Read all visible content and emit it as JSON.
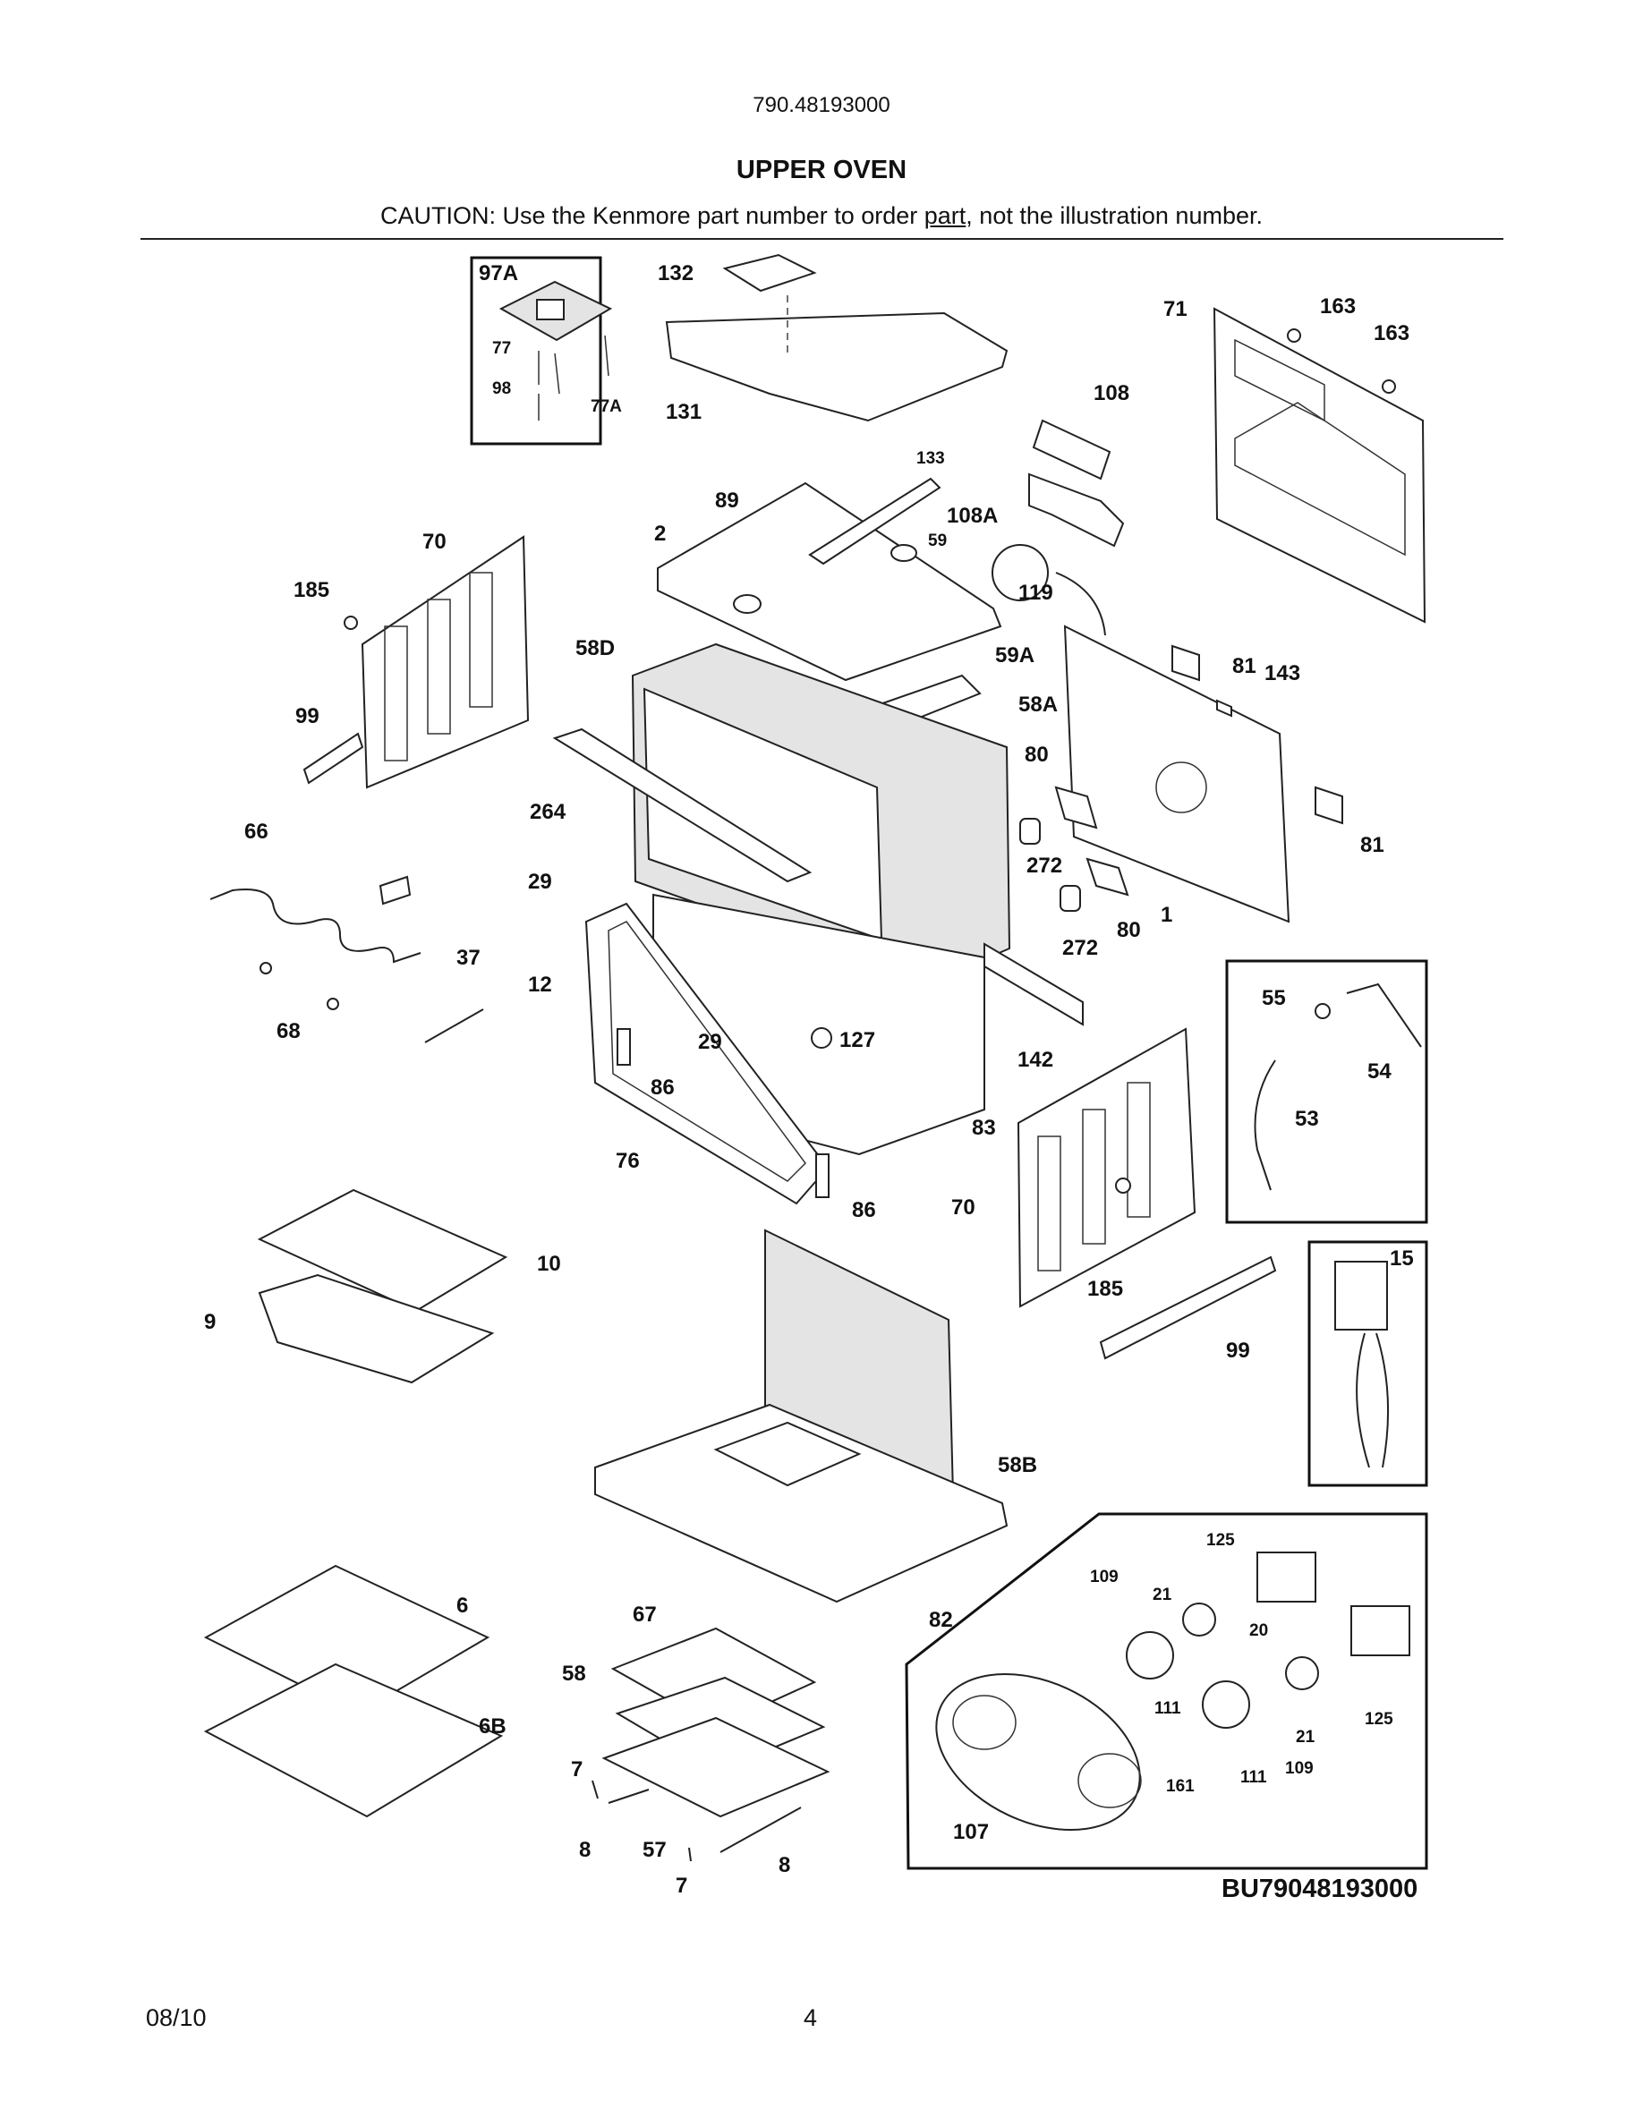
{
  "header": {
    "model_number": "790.48193000",
    "title": "UPPER OVEN",
    "caution_prefix": "CAUTION: Use the Kenmore part number to order ",
    "caution_underlined": "part",
    "caution_suffix": ", not the illustration number."
  },
  "diagram": {
    "drawing_code": "BU79048193000",
    "callouts": [
      "97A",
      "77",
      "98",
      "77A",
      "132",
      "131",
      "163",
      "163",
      "71",
      "108",
      "133",
      "108A",
      "89",
      "2",
      "59",
      "119",
      "70",
      "185",
      "99",
      "58D",
      "59A",
      "58A",
      "81",
      "143",
      "80",
      "272",
      "80",
      "272",
      "1",
      "81",
      "264",
      "66",
      "29",
      "12",
      "37",
      "68",
      "29",
      "127",
      "86",
      "76",
      "86",
      "83",
      "142",
      "55",
      "54",
      "53",
      "70",
      "185",
      "99",
      "15",
      "10",
      "9",
      "58B",
      "82",
      "6",
      "6B",
      "67",
      "58",
      "7",
      "8",
      "57",
      "7",
      "8",
      "125",
      "109",
      "21",
      "20",
      "111",
      "111",
      "109",
      "21",
      "125",
      "161",
      "107"
    ]
  },
  "footer": {
    "date": "08/10",
    "page_number": "4"
  }
}
